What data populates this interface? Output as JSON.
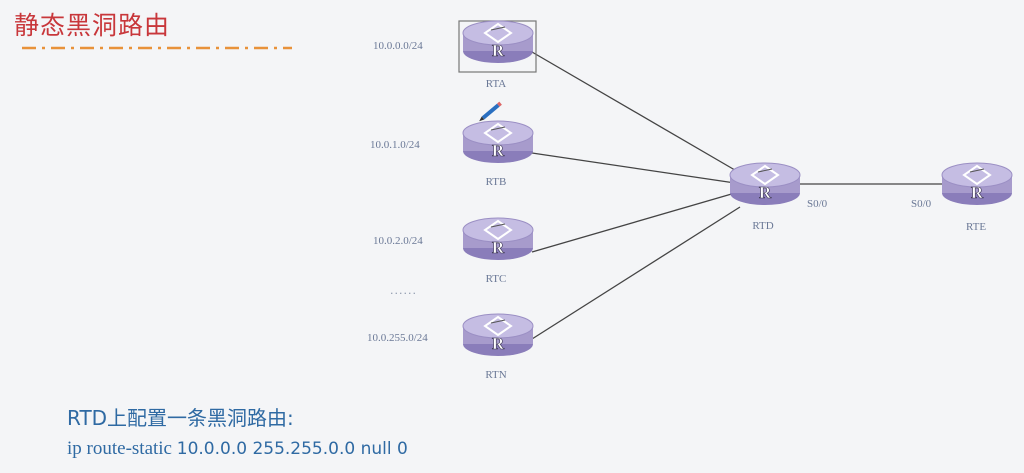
{
  "slide": {
    "title": "静态黑洞路由",
    "accent_color": "#c8373b",
    "rule_color": "#e8923a"
  },
  "diagram": {
    "routers": [
      {
        "id": "RTA",
        "label": "RTA",
        "network": "10.0.0.0/24",
        "selected": true
      },
      {
        "id": "RTB",
        "label": "RTB",
        "network": "10.0.1.0/24",
        "has_pencil": true
      },
      {
        "id": "RTC",
        "label": "RTC",
        "network": "10.0.2.0/24"
      },
      {
        "id": "RTN",
        "label": "RTN",
        "network": "10.0.255.0/24"
      },
      {
        "id": "RTD",
        "label": "RTD"
      },
      {
        "id": "RTE",
        "label": "RTE"
      }
    ],
    "ellipsis": "......",
    "interfaces": {
      "rtd_s00": "S0/0",
      "rte_s00": "S0/0"
    },
    "icon_letter": "R",
    "router_color": "#a79bcc"
  },
  "caption": {
    "line1": "RTD上配置一条黑洞路由:",
    "command_prefix": "ip route-static ",
    "command_args": "10.0.0.0 255.255.0.0 null 0"
  }
}
